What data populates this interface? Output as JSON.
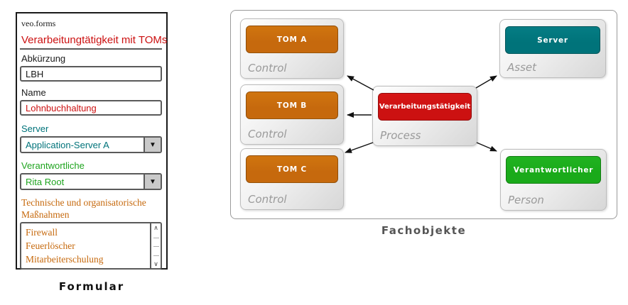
{
  "form": {
    "brand": "veo.forms",
    "title": "Verarbeitungtätigkeit mit TOMs",
    "caption": "Formular",
    "fields": {
      "abbreviation": {
        "label": "Abkürzung",
        "value": "LBH"
      },
      "name": {
        "label": "Name",
        "value": "Lohnbuchhaltung"
      },
      "server": {
        "label": "Server",
        "value": "Application-Server A"
      },
      "responsible": {
        "label": "Verantwortliche",
        "value": "Rita Root"
      },
      "toms": {
        "label_line1": "Technische und organisatorische",
        "label_line2": "Maßnahmen",
        "items": [
          "Firewall",
          "Feuerlöscher",
          "Mitarbeiterschulung"
        ]
      }
    }
  },
  "icons": {
    "dropdown_arrow": "▼",
    "scroll_up": "∧",
    "scroll_down": "∨",
    "scroll_line": "—"
  },
  "diagram": {
    "caption": "Fachobjekte",
    "nodes": {
      "tom_a": {
        "label": "TOM A",
        "type": "Control"
      },
      "tom_b": {
        "label": "TOM B",
        "type": "Control"
      },
      "tom_c": {
        "label": "TOM C",
        "type": "Control"
      },
      "server": {
        "label": "Server",
        "type": "Asset"
      },
      "process": {
        "label": "Verarbeitungstätigkeit",
        "type": "Process"
      },
      "person": {
        "label": "Verantwortlicher",
        "type": "Person"
      }
    },
    "edges": [
      {
        "from": "process",
        "to": "tom_a"
      },
      {
        "from": "process",
        "to": "tom_b"
      },
      {
        "from": "process",
        "to": "tom_c"
      },
      {
        "from": "process",
        "to": "server"
      },
      {
        "from": "process",
        "to": "person"
      }
    ]
  },
  "colors": {
    "control_orange": "#C6690D",
    "asset_teal": "#00737A",
    "process_red": "#CC1111",
    "person_green": "#1AAA1A",
    "form_title_red": "#CC1111",
    "muted_gray": "#9A9A9A"
  }
}
